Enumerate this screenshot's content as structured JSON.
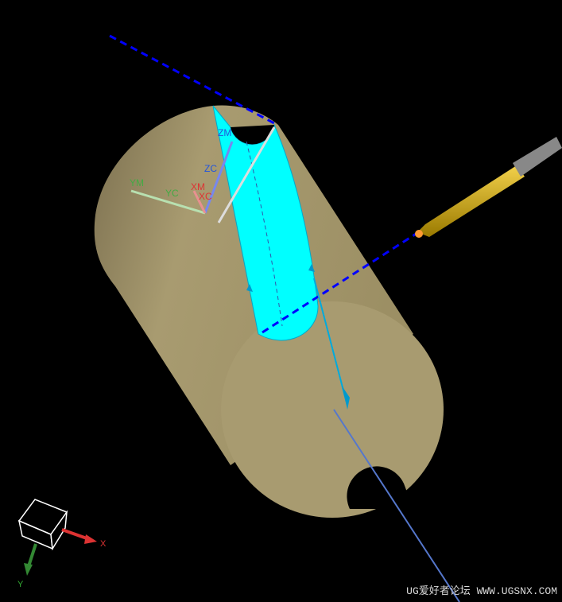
{
  "csys_labels": {
    "zm": "ZM",
    "zc": "ZC",
    "ym": "YM",
    "yc": "YC",
    "xm": "XM",
    "xc": "XC"
  },
  "triad_labels": {
    "x": "X",
    "y": "Y"
  },
  "watermark": "UG爱好者论坛 WWW.UGSNX.COM",
  "colors": {
    "background": "#000000",
    "body": "#a89b70",
    "slot": "#00ffff",
    "dashed_line": "#0000ff",
    "axis_line": "#5577cc"
  }
}
